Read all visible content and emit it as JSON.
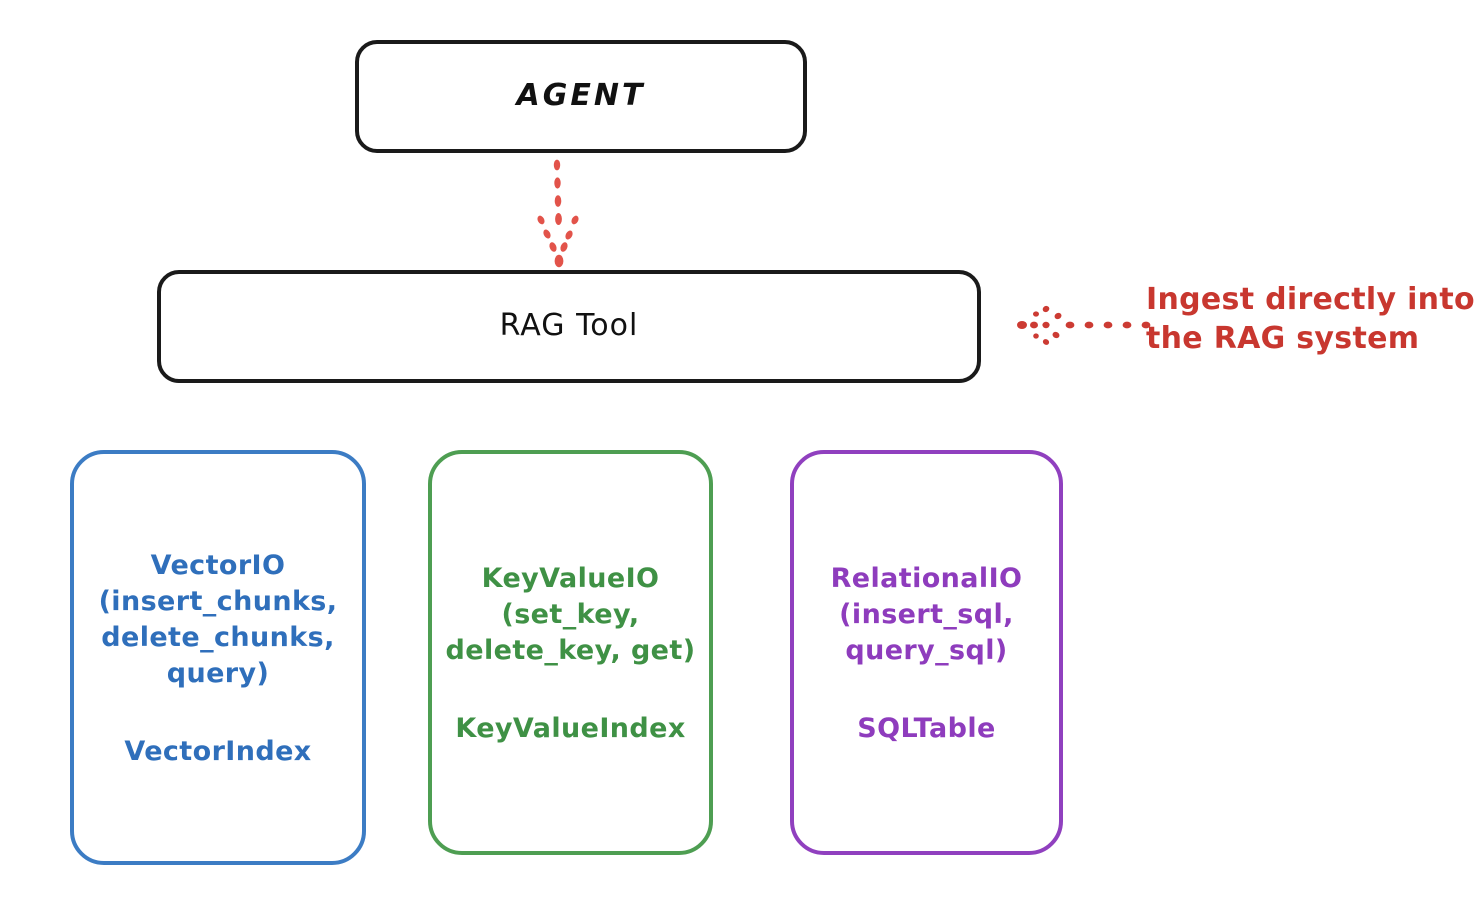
{
  "diagram": {
    "background_color": "#ffffff",
    "nodes": {
      "agent": {
        "label": "AGENT",
        "border_color": "#1a1a1a",
        "text_color": "#111111"
      },
      "rag_tool": {
        "label": "RAG Tool",
        "border_color": "#1a1a1a",
        "text_color": "#111111"
      },
      "vector_io": {
        "api_label": "VectorIO\n(insert_chunks,\ndelete_chunks,\nquery)",
        "index_label": "VectorIndex",
        "border_color": "#3c7cc4",
        "text_color": "#2f6fbb"
      },
      "key_value_io": {
        "api_label": "KeyValueIO\n(set_key,\ndelete_key, get)",
        "index_label": "KeyValueIndex",
        "border_color": "#4e9e52",
        "text_color": "#3f9145"
      },
      "relational_io": {
        "api_label": "RelationalIO\n(insert_sql,\nquery_sql)",
        "index_label": "SQLTable",
        "border_color": "#9040bf",
        "text_color": "#8e3cbd"
      }
    },
    "connectors": {
      "agent_to_rag": {
        "style": "dotted",
        "color": "#e2534a",
        "direction": "down",
        "from": "agent",
        "to": "rag_tool"
      },
      "ingest_arrow": {
        "style": "dotted",
        "color": "#cc3b33",
        "direction": "left",
        "to": "rag_tool"
      }
    },
    "annotations": {
      "ingest": {
        "text": "Ingest directly into\nthe RAG system",
        "color": "#c8372f"
      }
    }
  }
}
